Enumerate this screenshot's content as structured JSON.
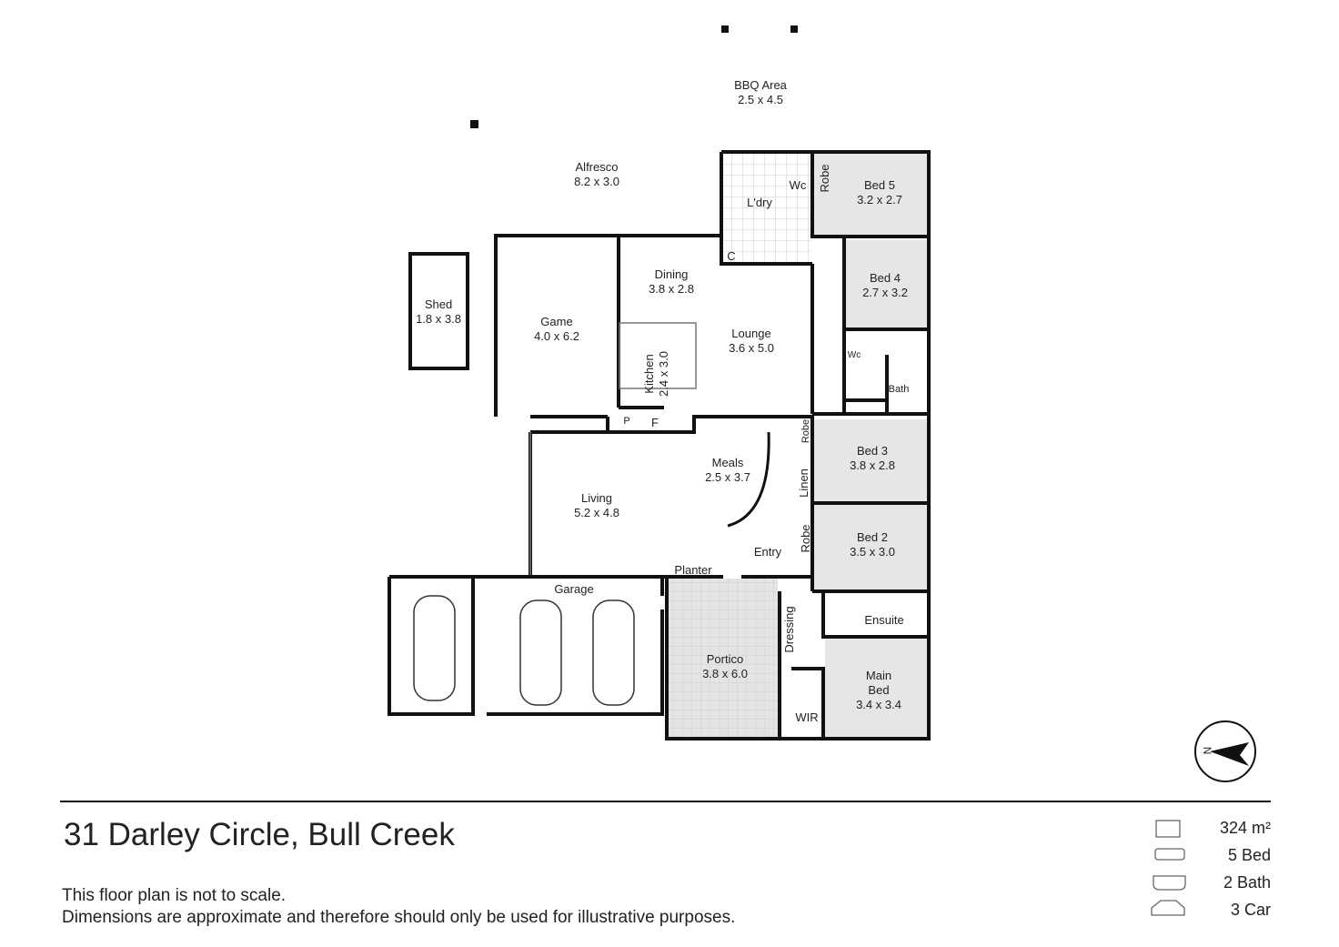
{
  "rooms": {
    "bbq": {
      "name": "BBQ Area",
      "dims": "2.5 x 4.5"
    },
    "alfresco": {
      "name": "Alfresco",
      "dims": "8.2 x 3.0"
    },
    "shed": {
      "name": "Shed",
      "dims": "1.8 x 3.8"
    },
    "game": {
      "name": "Game",
      "dims": "4.0 x 6.2"
    },
    "dining": {
      "name": "Dining",
      "dims": "3.8 x 2.8"
    },
    "lounge": {
      "name": "Lounge",
      "dims": "3.6 x 5.0"
    },
    "kitchen": {
      "name": "Kitchen",
      "dims": "2.4 x 3.0"
    },
    "laundry": {
      "name": "L'dry"
    },
    "wc1": {
      "name": "Wc"
    },
    "wc2": {
      "name": "Wc"
    },
    "cupboard": {
      "name": "C"
    },
    "pantry": {
      "name": "P"
    },
    "fridge": {
      "name": "F"
    },
    "robe5": {
      "name": "Robe"
    },
    "bed5": {
      "name": "Bed 5",
      "dims": "3.2 x 2.7"
    },
    "bed4": {
      "name": "Bed 4",
      "dims": "2.7 x 3.2"
    },
    "bath": {
      "name": "Bath"
    },
    "robe3": {
      "name": "Robe"
    },
    "bed3": {
      "name": "Bed 3",
      "dims": "3.8 x 2.8"
    },
    "linen": {
      "name": "Linen"
    },
    "robe2": {
      "name": "Robe"
    },
    "bed2": {
      "name": "Bed 2",
      "dims": "3.5 x 3.0"
    },
    "meals": {
      "name": "Meals",
      "dims": "2.5 x 3.7"
    },
    "living": {
      "name": "Living",
      "dims": "5.2 x 4.8"
    },
    "entry": {
      "name": "Entry"
    },
    "planter": {
      "name": "Planter"
    },
    "garage": {
      "name": "Garage"
    },
    "portico": {
      "name": "Portico",
      "dims": "3.8 x 6.0"
    },
    "dressing": {
      "name": "Dressing"
    },
    "ensuite": {
      "name": "Ensuite"
    },
    "main": {
      "name": "Main\nBed",
      "name1": "Main",
      "name2": "Bed",
      "dims": "3.4 x 3.4"
    },
    "wir": {
      "name": "WIR"
    }
  },
  "address": "31 Darley Circle, Bull Creek",
  "disclaimer": [
    "This floor plan is not to scale.",
    "Dimensions are approximate and therefore should only be used for illustrative purposes."
  ],
  "stats": {
    "area": "324 m²",
    "beds": "5 Bed",
    "baths": "2 Bath",
    "cars": "3 Car"
  },
  "compass": {
    "label": "N"
  }
}
